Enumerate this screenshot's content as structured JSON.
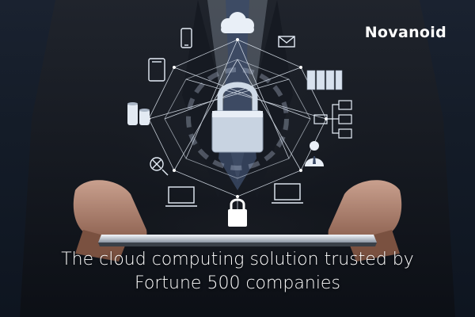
{
  "brand": {
    "name": "Novanoid"
  },
  "headline": {
    "line1": "The cloud computing solution trusted by",
    "line2": "Fortune 500 companies"
  },
  "colors": {
    "text": "#ffffff",
    "icon_stroke": "#e6eef8",
    "icon_fill": "#d8e2ee"
  },
  "icons": [
    "cloud-icon",
    "phone-icon",
    "mail-icon",
    "tablet-icon",
    "server-rack-icon",
    "database-icon",
    "network-tree-icon",
    "padlock-icon",
    "user-icon",
    "satellite-icon",
    "laptop-icon",
    "small-padlock-icon"
  ]
}
